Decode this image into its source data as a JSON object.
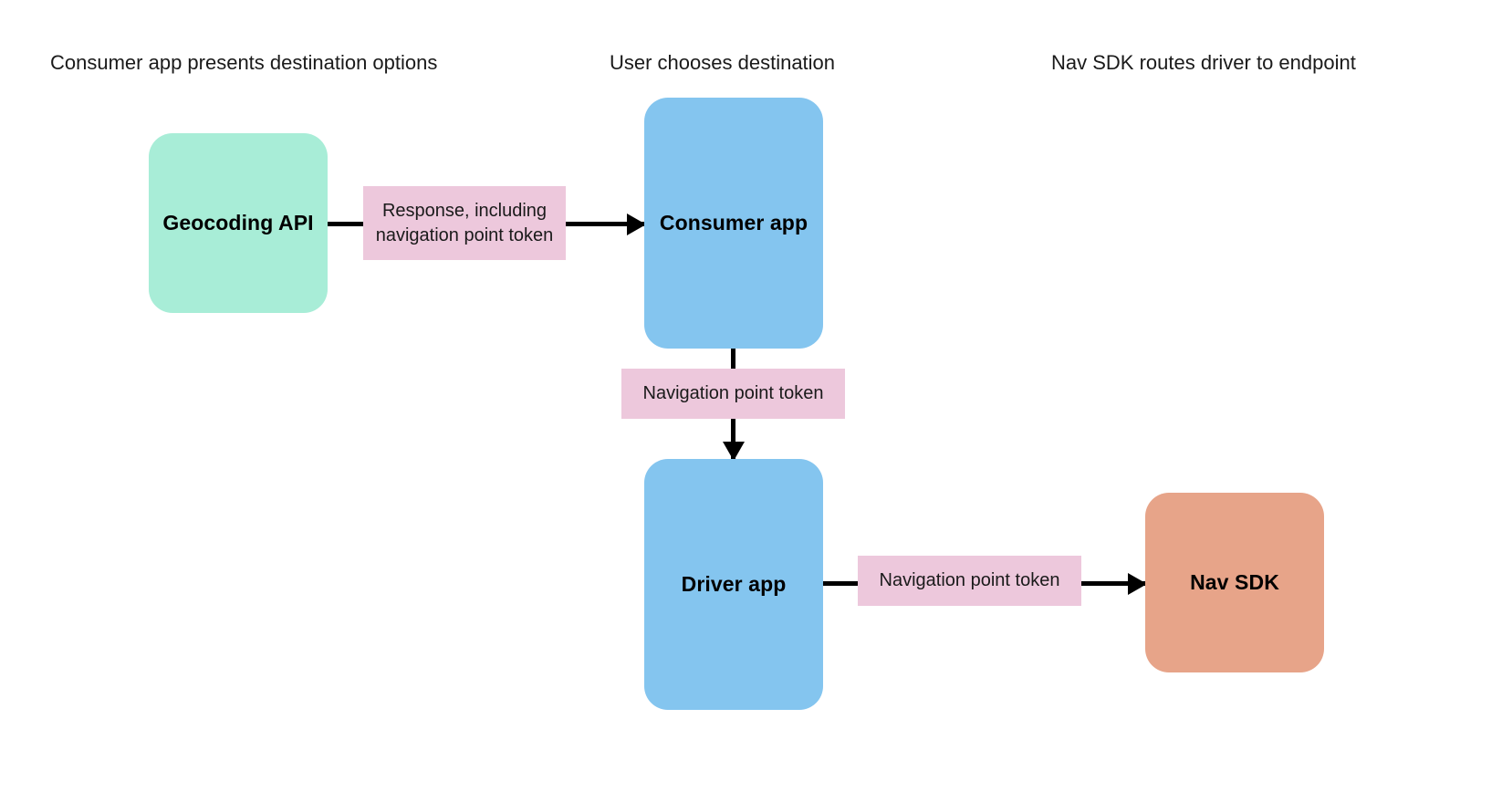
{
  "diagram": {
    "title_captions": [
      {
        "id": "caption-1",
        "label": "Consumer app presents destination options"
      },
      {
        "id": "caption-2",
        "label": "User chooses destination"
      },
      {
        "id": "caption-3",
        "label": "Nav SDK routes driver to endpoint"
      }
    ],
    "nodes": [
      {
        "id": "node-geocoding",
        "label": "Geocoding API",
        "color": "#A8EDD7",
        "shape": "rounded-rect"
      },
      {
        "id": "node-consumer",
        "label": "Consumer app",
        "color": "#84C5EF",
        "shape": "rounded-rect"
      },
      {
        "id": "node-driver",
        "label": "Driver app",
        "color": "#84C5EF",
        "shape": "rounded-rect"
      },
      {
        "id": "node-navsdk",
        "label": "Nav SDK",
        "color": "#E7A489",
        "shape": "rounded-rect"
      }
    ],
    "edges": [
      {
        "id": "edge-geo-consumer",
        "from": "Geocoding API",
        "to": "Consumer app",
        "direction": "right",
        "label": "Response, including navigation point token",
        "label_color": "#EDC8DC"
      },
      {
        "id": "edge-consumer-driver",
        "from": "Consumer app",
        "to": "Driver app",
        "direction": "down",
        "label": "Navigation point token",
        "label_color": "#EDC8DC"
      },
      {
        "id": "edge-driver-navsdk",
        "from": "Driver app",
        "to": "Nav SDK",
        "direction": "right",
        "label": "Navigation point token",
        "label_color": "#EDC8DC"
      }
    ],
    "colors": {
      "background": "#ffffff",
      "connector": "#000000",
      "text": "#1a1a1a",
      "green_node": "#A8EDD7",
      "blue_node": "#84C5EF",
      "orange_node": "#E7A489",
      "pink_label": "#EDC8DC"
    }
  }
}
